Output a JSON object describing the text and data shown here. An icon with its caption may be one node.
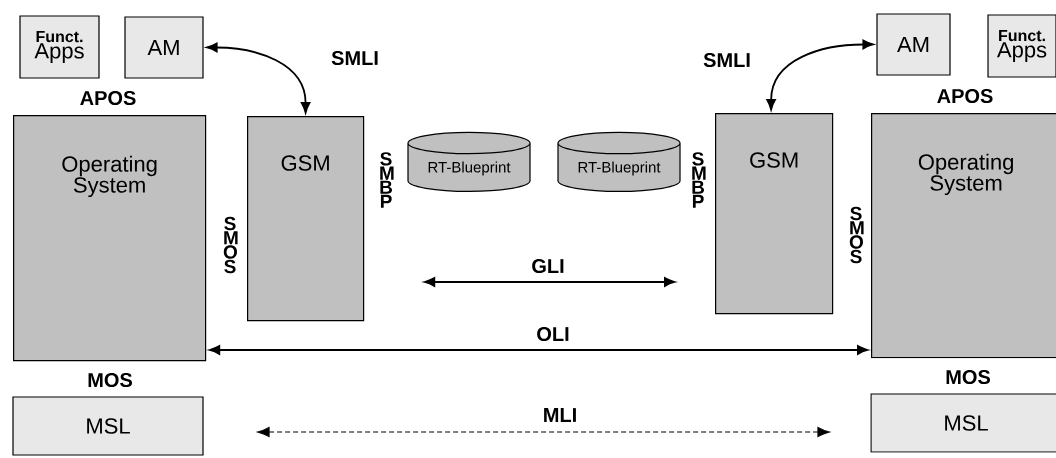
{
  "diagram": {
    "nodes": [
      {
        "text": [
          "Funct.",
          "Apps"
        ]
      },
      {
        "text": [
          "AM"
        ]
      },
      {
        "text": [
          "Operating System"
        ]
      },
      {
        "text": [
          "GSM"
        ]
      },
      {
        "text": [
          "RT-Blueprint"
        ]
      },
      {
        "text": [
          "RT-Blueprint"
        ]
      },
      {
        "text": [
          "GSM"
        ]
      },
      {
        "text": [
          "AM"
        ]
      },
      {
        "text": [
          "Funct.",
          "Apps"
        ]
      },
      {
        "text": [
          "Operating System"
        ]
      },
      {
        "text": [
          "MSL"
        ]
      },
      {
        "text": [
          "MSL"
        ]
      }
    ],
    "edges": [
      {
        "from": 1,
        "to": 3,
        "arrow": "both",
        "label": "SMLI"
      },
      {
        "from": 7,
        "to": 6,
        "arrow": "both",
        "label": "SMLI"
      },
      {
        "from": 3,
        "to": 6,
        "arrow": "both",
        "label": "GLI"
      },
      {
        "from": 2,
        "to": 9,
        "arrow": "both",
        "label": "OLI"
      },
      {
        "from": 10,
        "to": 11,
        "arrow": "both",
        "label": "MLI",
        "style": "dashed"
      }
    ],
    "labels": [
      "APOS",
      "APOS",
      "SMBP",
      "SMBP",
      "SMOS",
      "SMOS",
      "MOS",
      "MOS"
    ]
  }
}
